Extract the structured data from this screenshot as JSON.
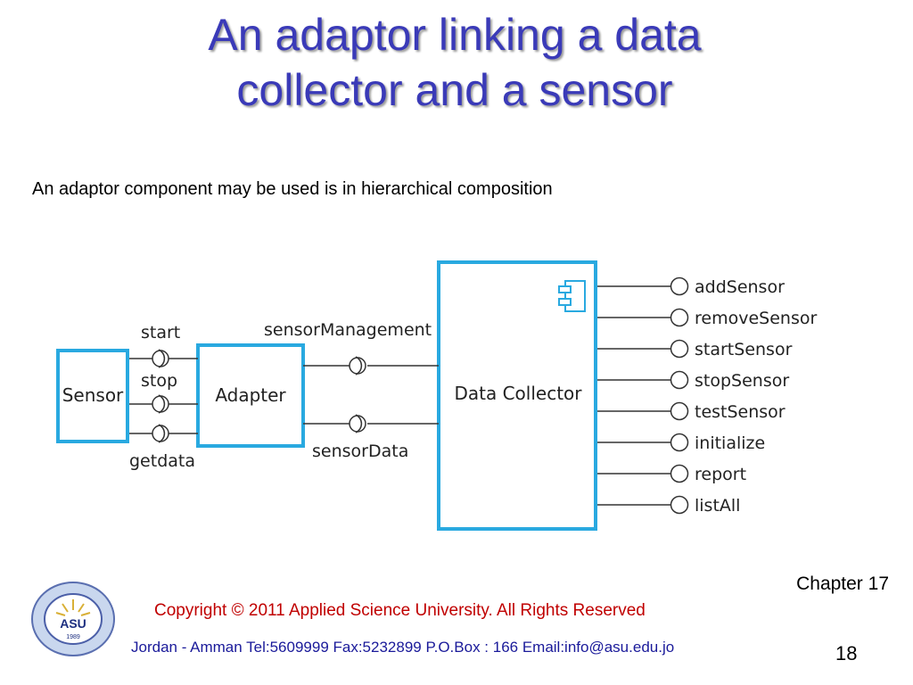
{
  "slide": {
    "title_line1": "An adaptor linking a data",
    "title_line2": "collector and a sensor",
    "subtitle": "An adaptor component may be used is in hierarchical composition"
  },
  "diagram": {
    "components": {
      "sensor": "Sensor",
      "adapter": "Adapter",
      "collector": "Data Collector"
    },
    "sensor_ports": [
      "start",
      "stop",
      "getdata"
    ],
    "adapter_ports": [
      "sensorManagement",
      "sensorData"
    ],
    "collector_interfaces": [
      "addSensor",
      "removeSensor",
      "startSensor",
      "stopSensor",
      "testSensor",
      "initialize",
      "report",
      "listAll"
    ],
    "box_color": "#29a9e0",
    "line_color": "#333333",
    "component_icon": "uml-component-icon"
  },
  "footer": {
    "chapter": "Chapter 17",
    "copyright": "Copyright  © 2011 Applied Science University. All Rights Reserved",
    "contact": "Jordan - Amman Tel:5609999 Fax:5232899 P.O.Box : 166   Email:info@asu.edu.jo",
    "page_number": "18",
    "logo_text": "ASU",
    "logo_year": "1989"
  }
}
